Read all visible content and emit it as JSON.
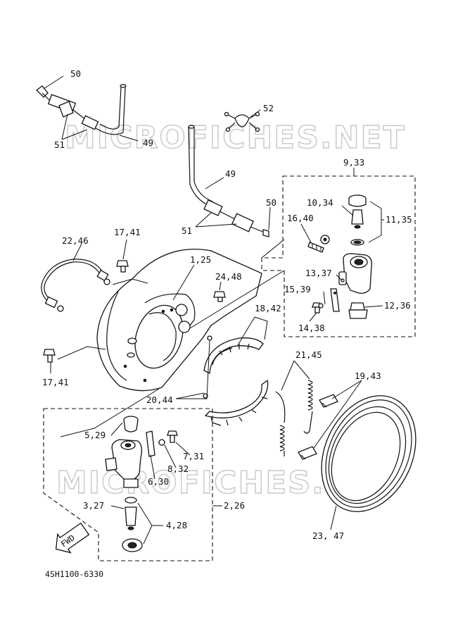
{
  "watermark": "MICROFICHES.NET",
  "diagram_code": "4SH1100-6330",
  "fwd_label": "FWD",
  "labels": {
    "p50_top": "50",
    "p51_top": "51",
    "p49_top": "49",
    "p52": "52",
    "p49_mid": "49",
    "p50_mid": "50",
    "p51_mid": "51",
    "p9_33": "9,33",
    "p10_34": "10,34",
    "p11_35": "11,35",
    "p16_40": "16,40",
    "p22_46": "22,46",
    "p17_41_top": "17,41",
    "p1_25": "1,25",
    "p24_48": "24,48",
    "p13_37": "13,37",
    "p15_39": "15,39",
    "p12_36": "12,36",
    "p14_38": "14,38",
    "p18_42": "18,42",
    "p21_45": "21,45",
    "p19_43": "19,43",
    "p17_41_bot": "17,41",
    "p20_44": "20,44",
    "p5_29": "5,29",
    "p7_31": "7,31",
    "p8_32": "8,32",
    "p6_30": "6,30",
    "p2_26": "2,26",
    "p3_27": "3,27",
    "p4_28": "4,28",
    "p23_47": "23, 47"
  }
}
